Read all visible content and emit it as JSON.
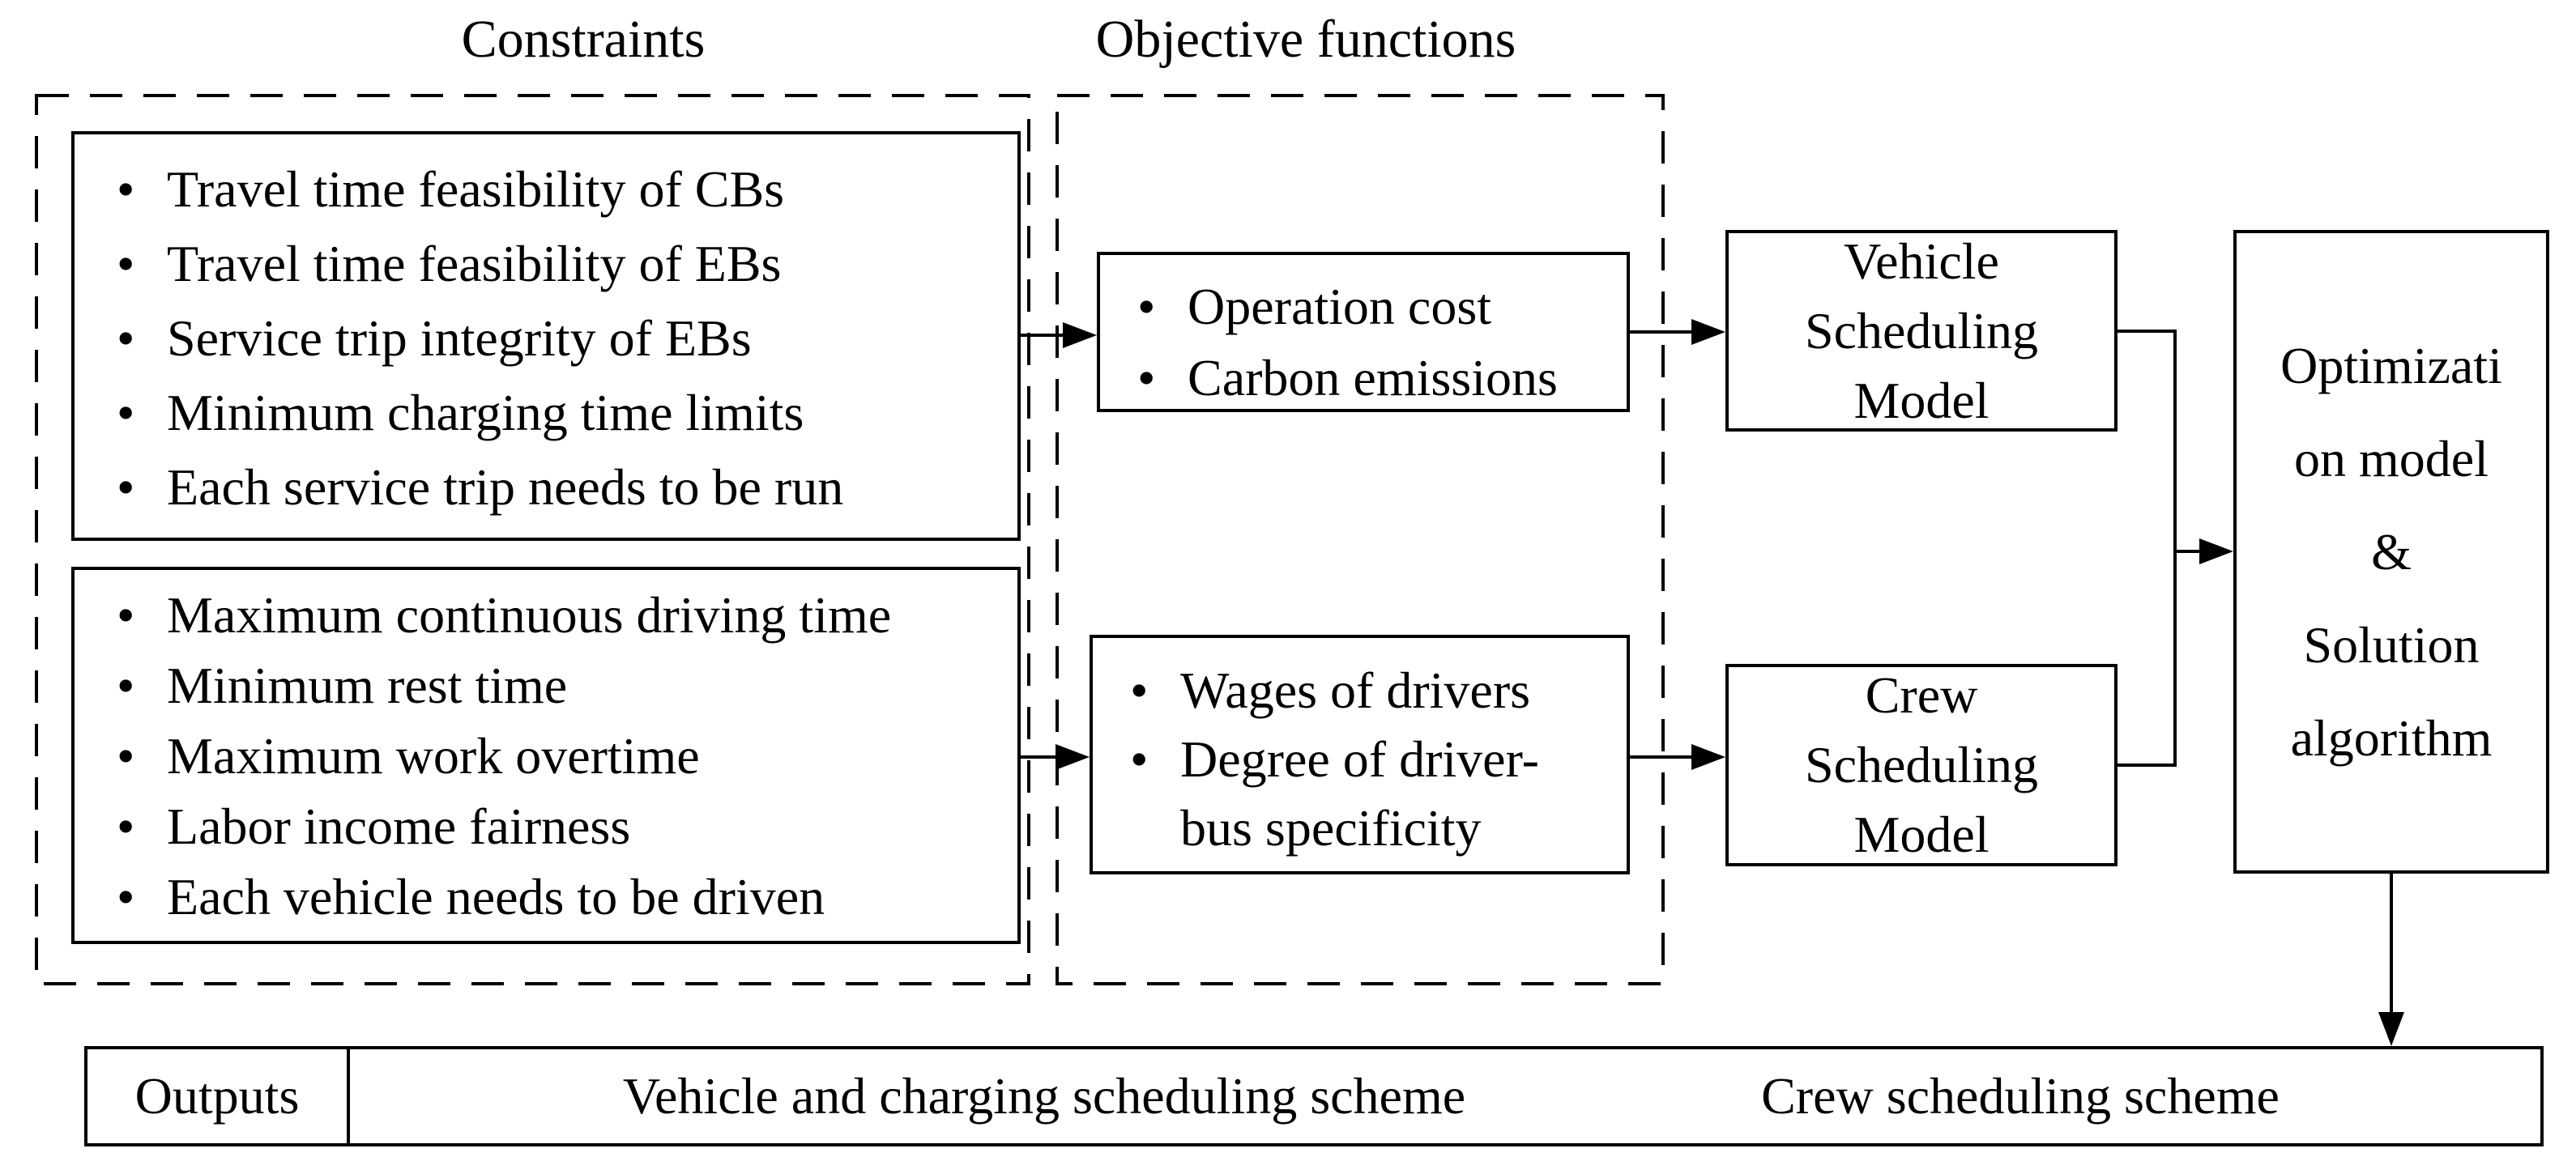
{
  "titles": {
    "constraints": "Constraints",
    "objectives": "Objective functions"
  },
  "constraints": {
    "groups": [
      {
        "items": [
          "Travel time feasibility of CBs",
          "Travel time feasibility of EBs",
          "Service trip integrity of EBs",
          "Minimum charging time limits",
          "Each service trip needs to be run"
        ]
      },
      {
        "items": [
          "Maximum continuous driving time",
          "Minimum rest time",
          "Maximum work overtime",
          "Labor income fairness",
          "Each vehicle needs to be driven"
        ]
      }
    ]
  },
  "objectives": {
    "groups": [
      {
        "items": [
          "Operation cost",
          "Carbon emissions"
        ]
      },
      {
        "lines": [
          "Wages of drivers",
          "Degree of driver-",
          "bus specificity"
        ]
      }
    ]
  },
  "models": {
    "vehicle": {
      "lines": [
        "Vehicle",
        "Scheduling",
        "Model"
      ]
    },
    "crew": {
      "lines": [
        "Crew",
        "Scheduling",
        "Model"
      ]
    },
    "optimization": {
      "lines": [
        "Optimizati",
        "on model",
        "&",
        "Solution",
        "algorithm"
      ]
    }
  },
  "outputs": {
    "label": "Outputs",
    "schemes": [
      "Vehicle and charging scheduling scheme",
      "Crew scheduling scheme"
    ]
  },
  "colors": {
    "ink": "#000000",
    "background": "#ffffff"
  }
}
